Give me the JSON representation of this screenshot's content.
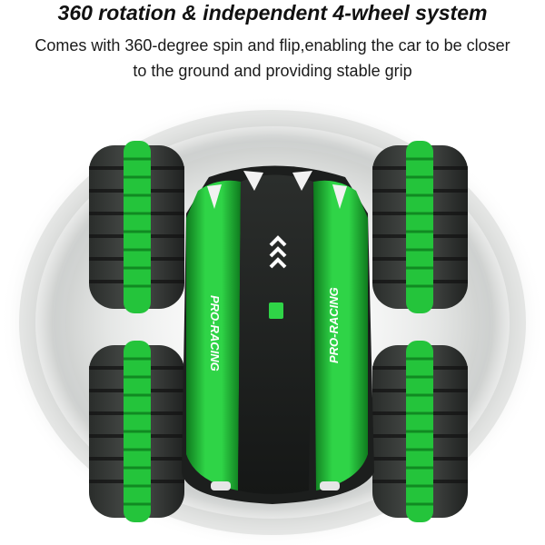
{
  "header": {
    "title": "360 rotation & independent 4-wheel system",
    "description_line1": "Comes with 360-degree spin and flip,enabling the car to be closer",
    "description_line2": "to the ground and providing stable grip"
  },
  "car": {
    "side_decal_left": "PRO-RACING",
    "side_decal_right": "PRO-RACING"
  },
  "colors": {
    "accent_green": "#22c23a",
    "body_black": "#1c1e1d",
    "background": "#ffffff"
  }
}
